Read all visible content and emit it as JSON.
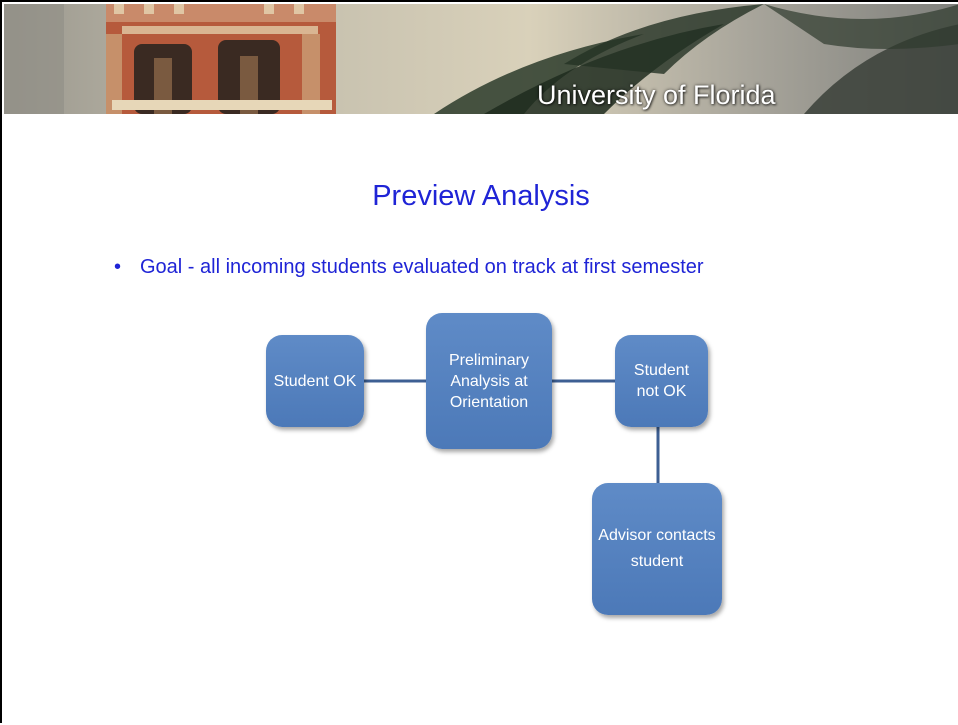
{
  "header": {
    "institution": "University of Florida"
  },
  "slide": {
    "title": "Preview Analysis",
    "bullet": "Goal - all incoming students evaluated on track at first semester"
  },
  "diagram": {
    "nodes": {
      "student_ok": "Student OK",
      "preliminary": "Preliminary Analysis at Orientation",
      "student_not_ok": "Student not OK",
      "advisor": "Advisor contacts student"
    },
    "connections": [
      [
        "student_ok",
        "preliminary"
      ],
      [
        "preliminary",
        "student_not_ok"
      ],
      [
        "student_not_ok",
        "advisor"
      ]
    ],
    "colors": {
      "node_fill": "#4f7cbc",
      "connector": "#3d5f93",
      "text": "#1f24d6"
    }
  }
}
